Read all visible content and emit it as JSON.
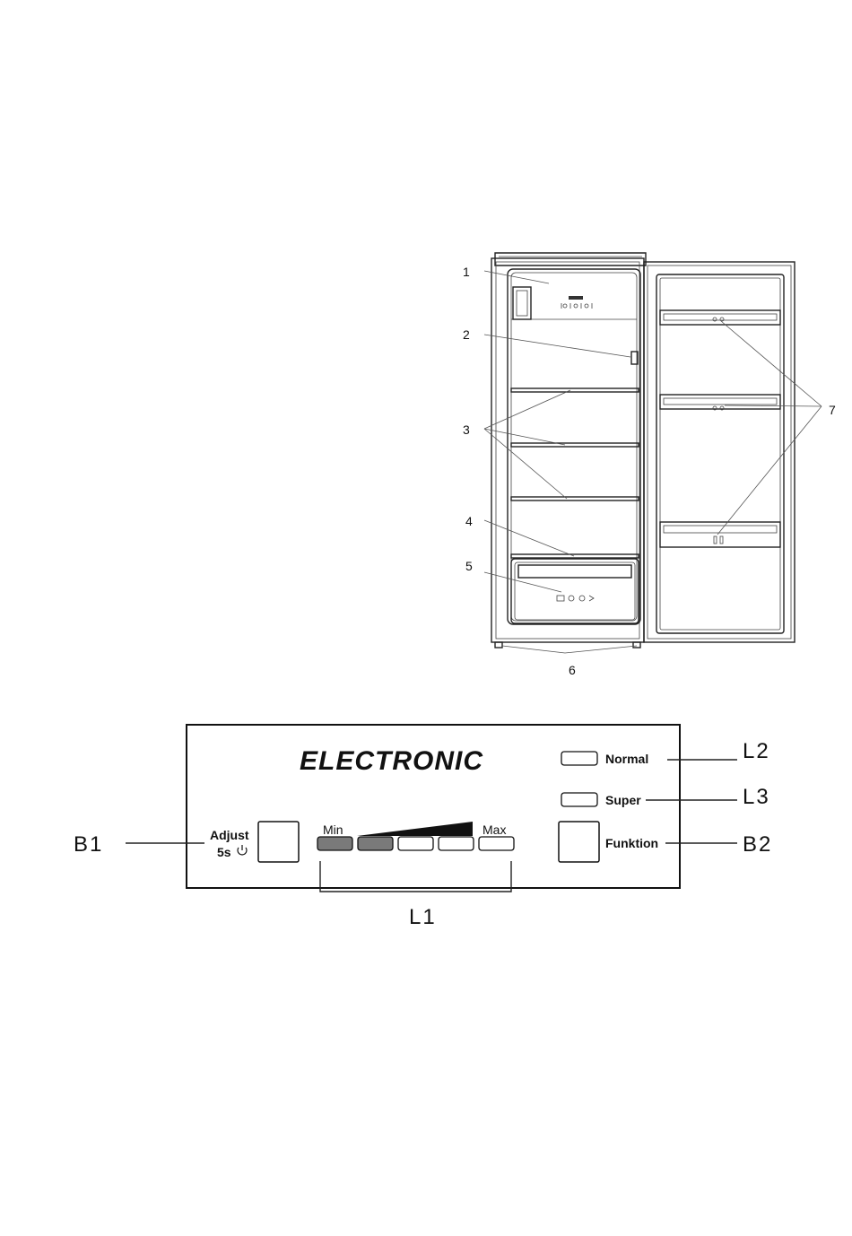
{
  "fridge": {
    "callouts": [
      "1",
      "2",
      "3",
      "4",
      "5",
      "6",
      "7"
    ]
  },
  "panel": {
    "title": "ELECTRONIC",
    "adjust_label": "Adjust",
    "adjust_sub": "5s",
    "min_label": "Min",
    "max_label": "Max",
    "normal_label": "Normal",
    "super_label": "Super",
    "funktion_label": "Funktion",
    "level_active": 2,
    "level_total": 5,
    "level_fill_color": "#7a7a7a",
    "power_icon": "power-icon"
  },
  "labels": {
    "b1": "B1",
    "b2": "B2",
    "l1": "L1",
    "l2": "L2",
    "l3": "L3"
  }
}
